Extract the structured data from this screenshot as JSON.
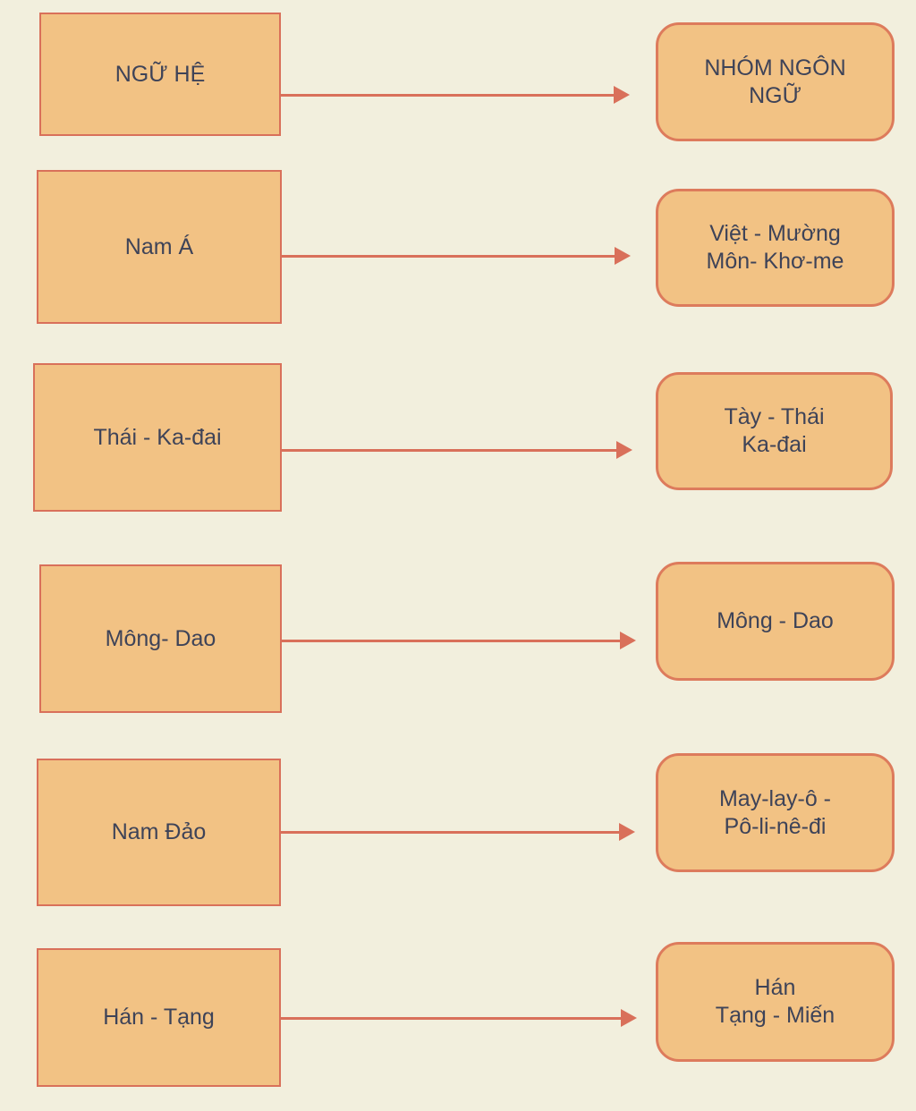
{
  "diagram": {
    "colors": {
      "background": "#f2efdd",
      "node_fill": "#f2c284",
      "node_border": "#d9705a",
      "rounded_node_border": "#dd7b5c",
      "arrow": "#d9705a",
      "text": "#3e4358"
    },
    "rows": [
      {
        "left": {
          "label": "NGỮ HỆ"
        },
        "right": {
          "label": "NHÓM NGÔN\nNGỮ"
        }
      },
      {
        "left": {
          "label": "Nam Á"
        },
        "right": {
          "label": "Việt - Mường\nMôn- Khơ-me"
        }
      },
      {
        "left": {
          "label": "Thái - Ka-đai"
        },
        "right": {
          "label": "Tày - Thái\nKa-đai"
        }
      },
      {
        "left": {
          "label": "Mông- Dao"
        },
        "right": {
          "label": "Mông - Dao"
        }
      },
      {
        "left": {
          "label": "Nam Đảo"
        },
        "right": {
          "label": "May-lay-ô -\nPô-li-nê-đi"
        }
      },
      {
        "left": {
          "label": "Hán - Tạng"
        },
        "right": {
          "label": "Hán\nTạng - Miến"
        }
      }
    ]
  }
}
